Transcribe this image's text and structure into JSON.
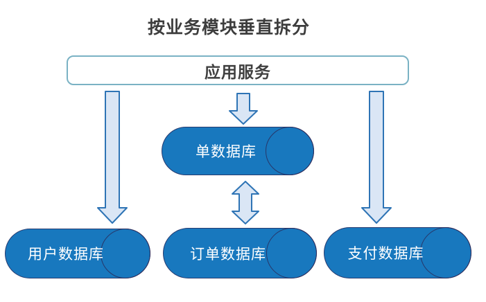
{
  "diagram": {
    "title": "按业务模块垂直拆分",
    "app_service": {
      "label": "应用服务"
    },
    "single_db": {
      "label": "单数据库"
    },
    "bottom_dbs": [
      {
        "label": "用户数据库"
      },
      {
        "label": "订单数据库"
      },
      {
        "label": "支付数据库"
      }
    ],
    "icons": {
      "down_arrow": "block-arrow-down-icon",
      "double_arrow": "block-arrow-up-down-icon"
    },
    "colors": {
      "cylinder_fill": "#1878be",
      "cylinder_stroke": "#2c2654",
      "arrow_fill": "#dae6f5",
      "arrow_stroke": "#2e74b5",
      "box_border": "#7ab2c4",
      "title_text": "#3d3d3d",
      "cylinder_text": "#ffffff"
    }
  }
}
